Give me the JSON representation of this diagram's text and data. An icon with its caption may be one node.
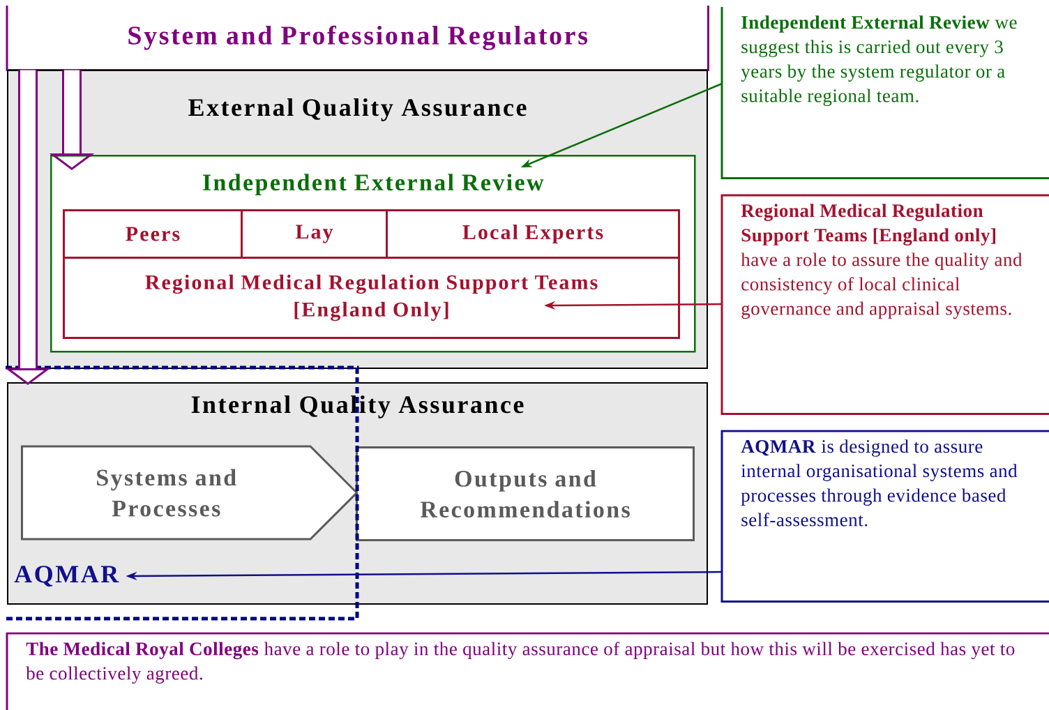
{
  "diagram": {
    "nodes": [
      {
        "text": [
          "System and Professional Regulators"
        ]
      },
      {
        "text": [
          "External Quality Assurance"
        ]
      },
      {
        "text": [
          "Independent External Review"
        ],
        "in": 1
      },
      {
        "text": [
          "Peers"
        ],
        "in": 2
      },
      {
        "text": [
          "Lay"
        ],
        "in": 2
      },
      {
        "text": [
          "Local Experts"
        ],
        "in": 2
      },
      {
        "text": [
          "Regional Medical Regulation Support Teams [England Only]"
        ],
        "in": 2
      },
      {
        "text": [
          "Internal Quality Assurance"
        ]
      },
      {
        "text": [
          "Systems and Processes"
        ],
        "in": 7
      },
      {
        "text": [
          "Outputs and Recommendations"
        ],
        "in": 7
      },
      {
        "text": [
          "AQMAR"
        ],
        "in": 7
      },
      {
        "text": [
          "**Independent External Review** we suggest this is carried out every 3 years by the system regulator or a suitable regional team."
        ]
      },
      {
        "text": [
          "**Regional Medical Regulation Support Teams [England only]** have a role to assure the quality and consistency of local clinical governance and appraisal systems."
        ]
      },
      {
        "text": [
          "**AQMAR** is designed to assure internal organisational systems and processes through evidence based self-assessment."
        ]
      },
      {
        "text": [
          "**The Medical Royal Colleges** have a role to play in the quality assurance of appraisal but how this will be exercised has yet to be collectively agreed."
        ]
      }
    ],
    "edges": [
      {
        "from": 0,
        "to": 2,
        "arrow": "to",
        "style": "thick",
        "color": "#800080"
      },
      {
        "from": 0,
        "to": 7,
        "arrow": "to",
        "style": "thick",
        "color": "#800080"
      },
      {
        "from": 11,
        "to": 2,
        "arrow": "to",
        "color": "#0a6e0a"
      },
      {
        "from": 12,
        "to": 6,
        "arrow": "to",
        "color": "#a3122e"
      },
      {
        "from": 13,
        "to": 10,
        "arrow": "to",
        "color": "#10108c"
      }
    ]
  }
}
